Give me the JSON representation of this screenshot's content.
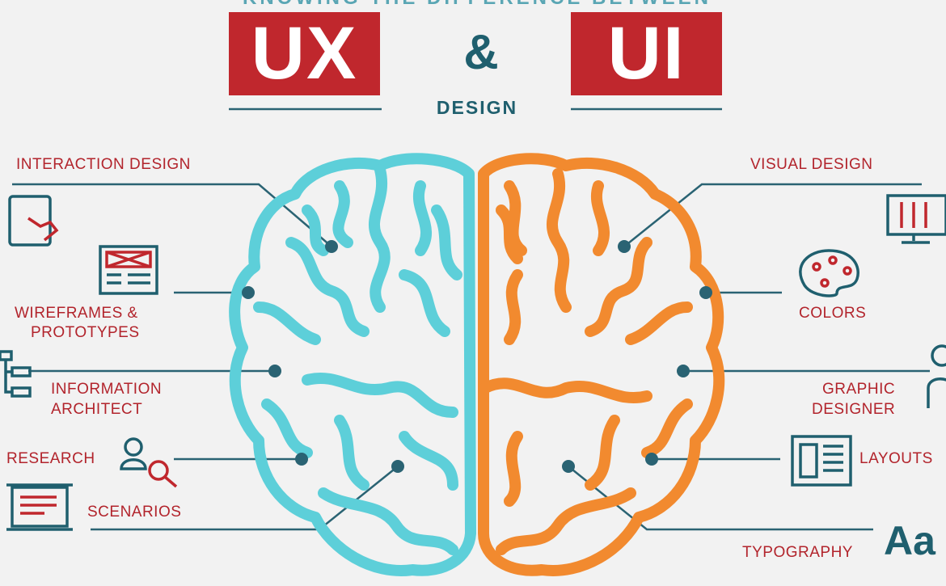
{
  "header": {
    "subtitle": "KNOWING THE DIFFERENCE BETWEEN",
    "ux": "UX",
    "amp": "&",
    "ui": "UI",
    "design": "DESIGN"
  },
  "ux_side": [
    {
      "label": "INTERACTION DESIGN",
      "icon": "tablet-touch-icon"
    },
    {
      "label": "WIREFRAMES &",
      "label2": "PROTOTYPES",
      "icon": "wireframe-icon"
    },
    {
      "label": "INFORMATION",
      "label2": "ARCHITECT",
      "icon": "sitemap-icon"
    },
    {
      "label": "RESEARCH",
      "icon": "user-search-icon"
    },
    {
      "label": "SCENARIOS",
      "icon": "scroll-icon"
    }
  ],
  "ui_side": [
    {
      "label": "VISUAL DESIGN",
      "icon": "monitor-tools-icon"
    },
    {
      "label": "COLORS",
      "icon": "palette-icon"
    },
    {
      "label": "GRAPHIC",
      "label2": "DESIGNER",
      "icon": "designer-icon"
    },
    {
      "label": "LAYOUTS",
      "icon": "layout-icon"
    },
    {
      "label": "TYPOGRAPHY",
      "icon": "typography-icon",
      "glyph": "Aa"
    }
  ],
  "colors": {
    "red": "#c0272d",
    "teal": "#1f5f6e",
    "cyan": "#5dcfd9",
    "orange": "#f28a2f"
  }
}
